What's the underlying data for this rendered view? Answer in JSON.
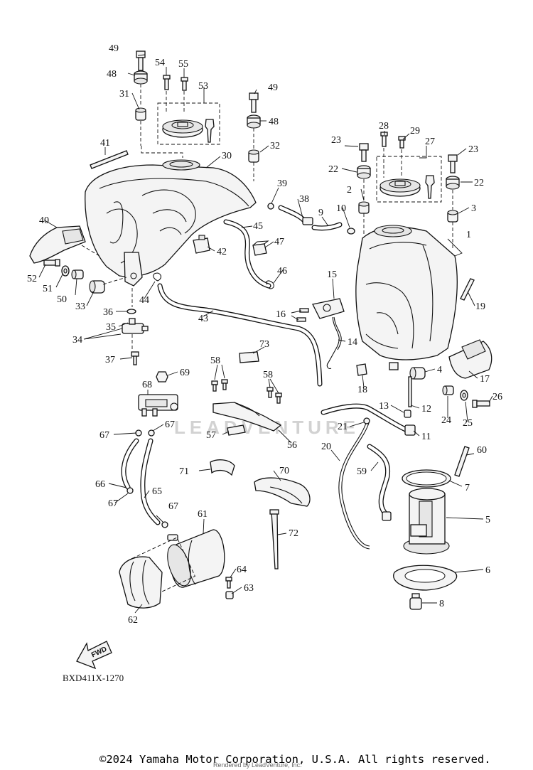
{
  "diagram": {
    "drawing_code": "BXD411X-1270",
    "fwd_label": "FWD",
    "watermark": "LEADVENTURE",
    "copyright": "©2024 Yamaha Motor Corporation, U.S.A. All rights reserved.",
    "rendered_by": "Rendered by LeadVenture, Inc.",
    "callouts": [
      {
        "id": "c1",
        "label": "1"
      },
      {
        "id": "c2",
        "label": "2"
      },
      {
        "id": "c3",
        "label": "3"
      },
      {
        "id": "c4",
        "label": "4"
      },
      {
        "id": "c5",
        "label": "5"
      },
      {
        "id": "c6",
        "label": "6"
      },
      {
        "id": "c7",
        "label": "7"
      },
      {
        "id": "c8",
        "label": "8"
      },
      {
        "id": "c9",
        "label": "9"
      },
      {
        "id": "c10",
        "label": "10"
      },
      {
        "id": "c11",
        "label": "11"
      },
      {
        "id": "c12",
        "label": "12"
      },
      {
        "id": "c13",
        "label": "13"
      },
      {
        "id": "c14",
        "label": "14"
      },
      {
        "id": "c15",
        "label": "15"
      },
      {
        "id": "c16",
        "label": "16"
      },
      {
        "id": "c17",
        "label": "17"
      },
      {
        "id": "c18",
        "label": "18"
      },
      {
        "id": "c19",
        "label": "19"
      },
      {
        "id": "c20",
        "label": "20"
      },
      {
        "id": "c21",
        "label": "21"
      },
      {
        "id": "c22a",
        "label": "22"
      },
      {
        "id": "c22b",
        "label": "22"
      },
      {
        "id": "c23a",
        "label": "23"
      },
      {
        "id": "c23b",
        "label": "23"
      },
      {
        "id": "c24",
        "label": "24"
      },
      {
        "id": "c25",
        "label": "25"
      },
      {
        "id": "c26",
        "label": "26"
      },
      {
        "id": "c27",
        "label": "27"
      },
      {
        "id": "c28",
        "label": "28"
      },
      {
        "id": "c29",
        "label": "29"
      },
      {
        "id": "c30",
        "label": "30"
      },
      {
        "id": "c31",
        "label": "31"
      },
      {
        "id": "c32",
        "label": "32"
      },
      {
        "id": "c33",
        "label": "33"
      },
      {
        "id": "c34",
        "label": "34"
      },
      {
        "id": "c35",
        "label": "35"
      },
      {
        "id": "c36",
        "label": "36"
      },
      {
        "id": "c37",
        "label": "37"
      },
      {
        "id": "c38",
        "label": "38"
      },
      {
        "id": "c39",
        "label": "39"
      },
      {
        "id": "c40",
        "label": "40"
      },
      {
        "id": "c41",
        "label": "41"
      },
      {
        "id": "c42",
        "label": "42"
      },
      {
        "id": "c43",
        "label": "43"
      },
      {
        "id": "c44",
        "label": "44"
      },
      {
        "id": "c45",
        "label": "45"
      },
      {
        "id": "c46",
        "label": "46"
      },
      {
        "id": "c47",
        "label": "47"
      },
      {
        "id": "c48a",
        "label": "48"
      },
      {
        "id": "c48b",
        "label": "48"
      },
      {
        "id": "c49a",
        "label": "49"
      },
      {
        "id": "c49b",
        "label": "49"
      },
      {
        "id": "c50",
        "label": "50"
      },
      {
        "id": "c51",
        "label": "51"
      },
      {
        "id": "c52",
        "label": "52"
      },
      {
        "id": "c53",
        "label": "53"
      },
      {
        "id": "c54",
        "label": "54"
      },
      {
        "id": "c55",
        "label": "55"
      },
      {
        "id": "c56",
        "label": "56"
      },
      {
        "id": "c57",
        "label": "57"
      },
      {
        "id": "c58a",
        "label": "58"
      },
      {
        "id": "c58b",
        "label": "58"
      },
      {
        "id": "c59",
        "label": "59"
      },
      {
        "id": "c60",
        "label": "60"
      },
      {
        "id": "c61",
        "label": "61"
      },
      {
        "id": "c62",
        "label": "62"
      },
      {
        "id": "c63",
        "label": "63"
      },
      {
        "id": "c64",
        "label": "64"
      },
      {
        "id": "c65",
        "label": "65"
      },
      {
        "id": "c66",
        "label": "66"
      },
      {
        "id": "c67a",
        "label": "67"
      },
      {
        "id": "c67b",
        "label": "67"
      },
      {
        "id": "c67c",
        "label": "67"
      },
      {
        "id": "c67d",
        "label": "67"
      },
      {
        "id": "c68",
        "label": "68"
      },
      {
        "id": "c69",
        "label": "69"
      },
      {
        "id": "c70",
        "label": "70"
      },
      {
        "id": "c71",
        "label": "71"
      },
      {
        "id": "c72",
        "label": "72"
      },
      {
        "id": "c73",
        "label": "73"
      }
    ]
  }
}
